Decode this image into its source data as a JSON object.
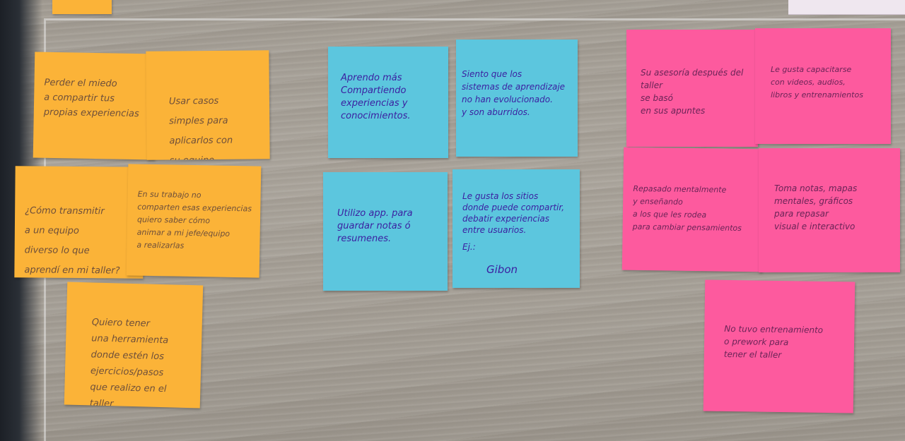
{
  "colors": {
    "orange_note": "#fbb338",
    "blue_note": "#5cc6de",
    "pink_note": "#fd5a9e",
    "wood_surface": "#a39d94"
  },
  "notes": {
    "orange_1": "Perder el miedo\na compartir tus\npropias experiencias",
    "orange_2": "Usar casos\nsimples para\naplicarlos con\nsu equipo",
    "orange_3": "¿Cómo transmitir\na un equipo\ndiverso lo que\naprendí en mi taller?",
    "orange_4": "En su trabajo no\ncomparten esas experiencias\nquiero saber cómo\nanimar a mi jefe/equipo\na realizarlas",
    "orange_5": "Quiero tener\nuna herramienta\ndonde estén los\nejercicios/pasos\nque realizo en el\ntaller",
    "blue_1": "Aprendo más\nCompartiendo\nexperiencias y\nconocimientos.",
    "blue_2": "Siento que los\nsistemas de aprendizaje\nno han evolucionado.\ny son aburridos.",
    "blue_3": "Utilizo app. para\nguardar notas ó\nresumenes.",
    "blue_4": "Le gusta los sitios\ndonde puede compartir,\ndebatir experiencias\nentre usuarios.",
    "blue_4_example": "Ej.:",
    "blue_4_brand": "Gibon",
    "pink_1": "Su asesoría después del taller\nse basó\nen sus apuntes",
    "pink_2": "Le gusta capacitarse\ncon videos, audios,\nlibros y entrenamientos",
    "pink_3": "Repasado mentalmente\ny enseñando\na los que les rodea\npara cambiar pensamientos",
    "pink_4": "Toma notas, mapas\nmentales, gráficos\npara repasar\nvisual e interactivo",
    "pink_5": "No tuvo entrenamiento\no prework para\ntener el taller"
  }
}
